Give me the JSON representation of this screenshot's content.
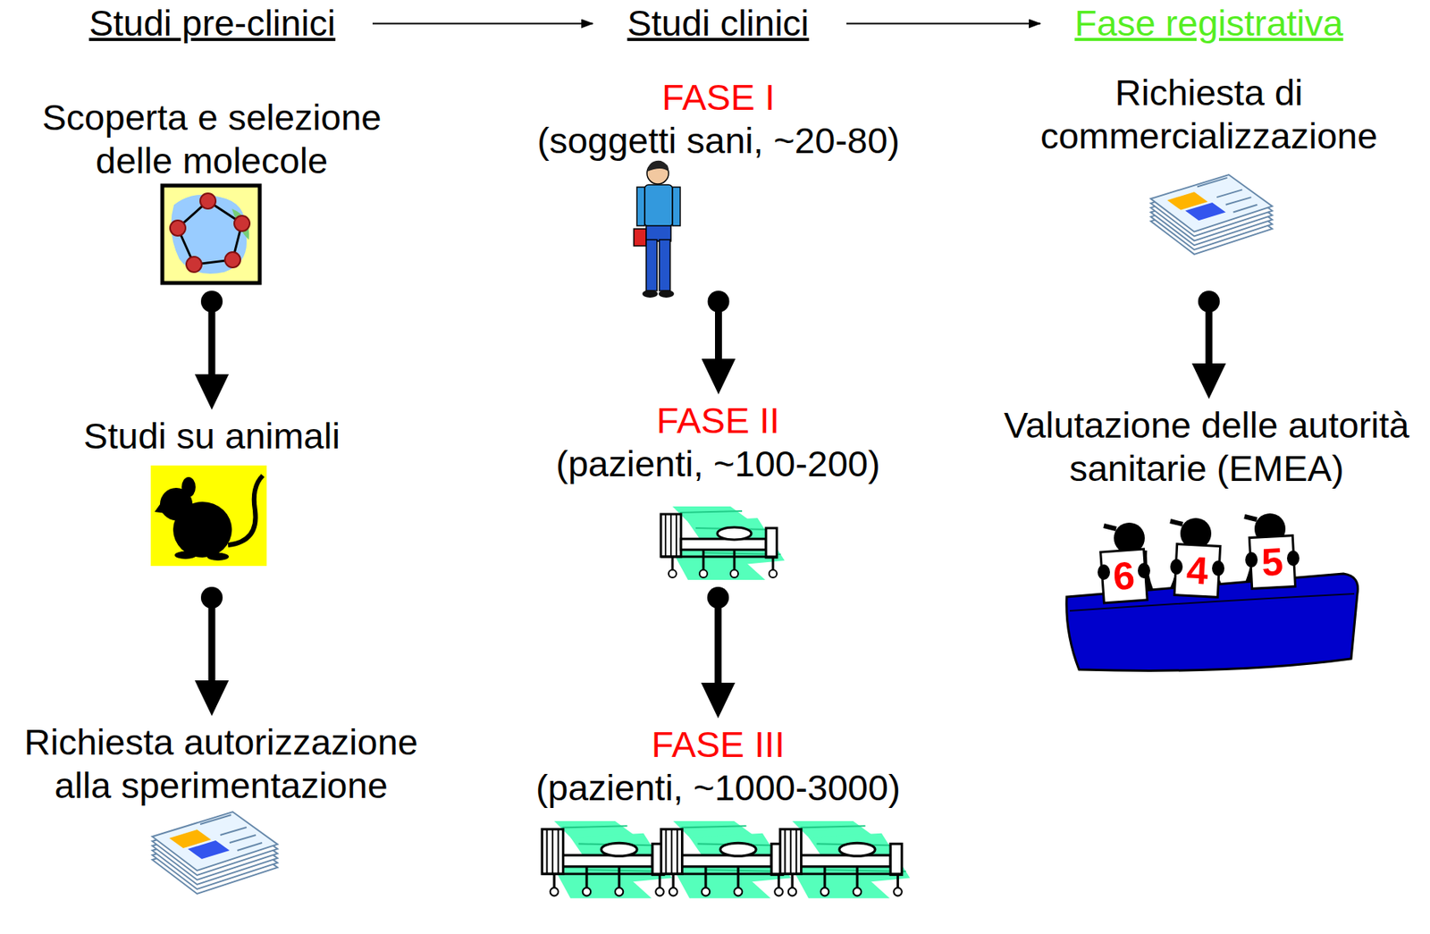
{
  "diagram": {
    "nodes": [
      {
        "text": [
          "Studi pre-clinici"
        ]
      },
      {
        "text": [
          "Studi clinici"
        ]
      },
      {
        "text": [
          "Fase registrativa"
        ]
      },
      {
        "text": [
          "Scoperta e selezione delle molecole"
        ]
      },
      {
        "text": [
          "Studi su animali"
        ]
      },
      {
        "text": [
          "Richiesta autorizzazione alla sperimentazione"
        ]
      },
      {
        "text": [
          "FASE I",
          "(soggetti sani, ~20-80)"
        ]
      },
      {
        "text": [
          "FASE II",
          "(pazienti, ~100-200)"
        ]
      },
      {
        "text": [
          "FASE III",
          "(pazienti, ~1000-3000)"
        ]
      },
      {
        "text": [
          "Richiesta di commercializzazione"
        ]
      },
      {
        "text": [
          "Valutazione delle autorità sanitarie (EMEA)"
        ]
      }
    ],
    "edges": [
      {
        "from": 0,
        "to": 1,
        "arrow": "to"
      },
      {
        "from": 1,
        "to": 2,
        "arrow": "to"
      },
      {
        "from": 3,
        "to": 4,
        "arrow": "to"
      },
      {
        "from": 4,
        "to": 5,
        "arrow": "to"
      },
      {
        "from": 6,
        "to": 7,
        "arrow": "to"
      },
      {
        "from": 7,
        "to": 8,
        "arrow": "to"
      },
      {
        "from": 9,
        "to": 10,
        "arrow": "to"
      }
    ],
    "labels": [
      "6",
      "4",
      "5"
    ]
  }
}
